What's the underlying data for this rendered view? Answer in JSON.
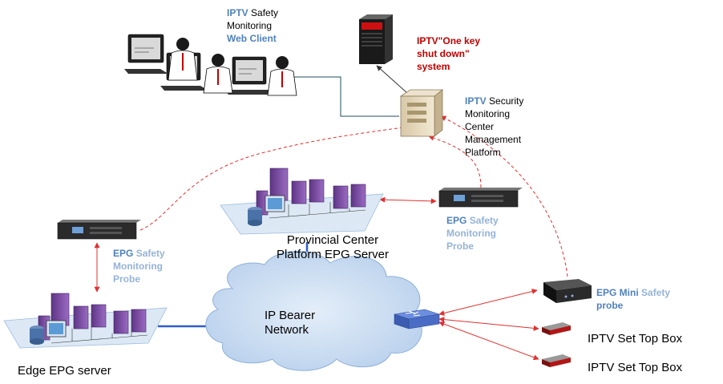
{
  "colors": {
    "accent_blue": "#4F81BD",
    "light_blue": "#95B3D7",
    "dark_red": "#C00000",
    "link_red": "#E03030",
    "cloud_fill": "#C6D9F1",
    "platform_fill": "#DCE9F5",
    "server_purple": "#7B4FA0"
  },
  "web_client": {
    "brand": "IPTV",
    "line1_rest": "Safety",
    "line2": "Monitoring",
    "line3": "Web Client",
    "icon": "operators-workstations-icon"
  },
  "shutdown": {
    "line1": "IPTV\"One key",
    "line2": "shut down\"",
    "line3": "system",
    "icon": "tower-server-icon"
  },
  "center_platform": {
    "brand": "IPTV",
    "line1_rest": "Security",
    "line2": "Monitoring",
    "line3": "Center",
    "line4": "Management",
    "line5": "Platform",
    "icon": "management-server-icon"
  },
  "provincial": {
    "line1": "Provincial Center",
    "line2": "Platform EPG Server",
    "icon": "server-cluster-icon"
  },
  "probe_left": {
    "brand": "EPG",
    "line1_rest": "Safety",
    "line2": "Monitoring",
    "line3": "Probe",
    "icon": "rack-probe-icon"
  },
  "probe_right": {
    "brand": "EPG",
    "line1_rest": "Safety",
    "line2": "Monitoring",
    "line3": "Probe",
    "icon": "rack-probe-icon"
  },
  "mini_probe": {
    "brand": "EPG Mini",
    "line1_rest": "Safety",
    "line2": "probe",
    "icon": "mini-probe-icon"
  },
  "edge": {
    "label": "Edge EPG server",
    "icon": "server-cluster-icon"
  },
  "network": {
    "line1": "IP Bearer",
    "line2": "Network",
    "icon": "cloud-icon",
    "switch_icon": "switch-icon"
  },
  "stb": [
    {
      "label": "IPTV Set Top  Box",
      "icon": "set-top-box-icon"
    },
    {
      "label": "IPTV Set Top  Box",
      "icon": "set-top-box-icon"
    }
  ]
}
